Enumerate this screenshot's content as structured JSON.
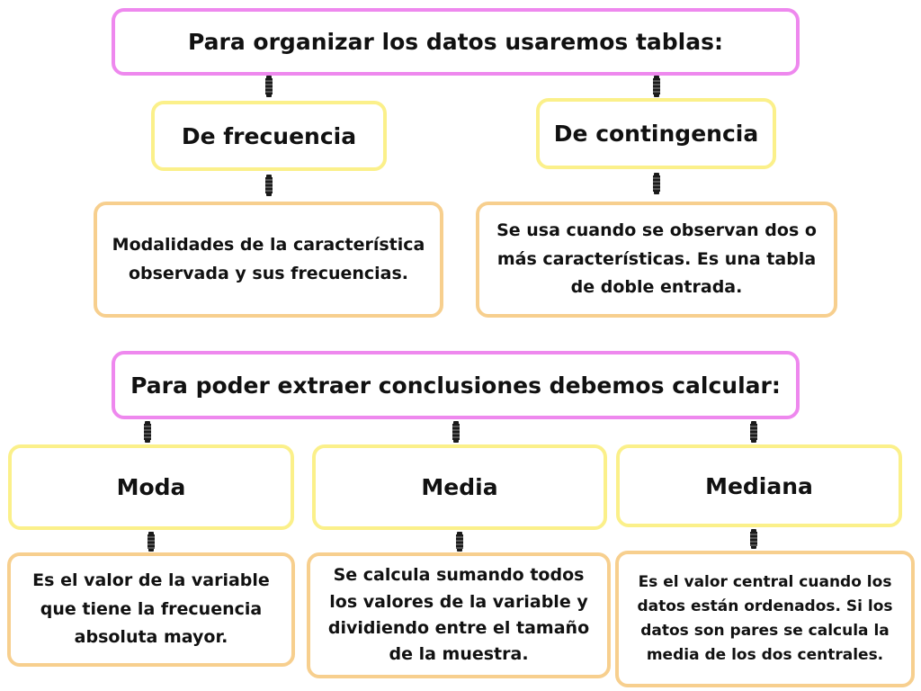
{
  "section1": {
    "title": "Para organizar los datos usaremos tablas:",
    "left": {
      "heading": "De frecuencia",
      "description": "Modalidades de la característica observada y sus frecuencias."
    },
    "right": {
      "heading": "De contingencia",
      "description": "Se usa cuando se observan dos o más características. Es una tabla de doble entrada."
    }
  },
  "section2": {
    "title": "Para poder extraer conclusiones debemos calcular:",
    "items": [
      {
        "heading": "Moda",
        "description": "Es el valor de la variable que tiene la frecuencia absoluta mayor."
      },
      {
        "heading": "Media",
        "description": "Se calcula sumando todos los valores de la variable y dividiendo entre el tamaño de la muestra."
      },
      {
        "heading": "Mediana",
        "description": "Es el valor central cuando los datos están ordenados. Si los datos son pares se calcula la media de los dos centrales."
      }
    ]
  },
  "colors": {
    "title_border": "#ee88ee",
    "heading_border": "#fbf08a",
    "description_border": "#f7cf8e",
    "connector": "#1a1a1a"
  }
}
